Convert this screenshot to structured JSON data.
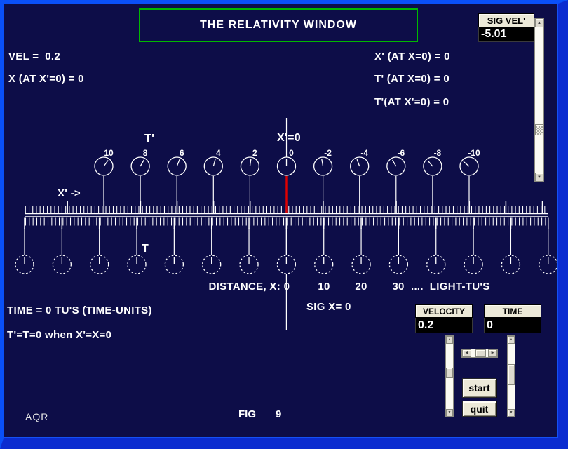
{
  "title": "THE RELATIVITY WINDOW",
  "sig_vel_panel": {
    "label": "SIG VEL'",
    "value": "-5.01"
  },
  "readouts": {
    "vel": "VEL =  0.2",
    "x_at_xprime0": "X (AT X'=0) = 0",
    "xprime_at_x0": "X' (AT X=0) = 0",
    "tprime_at_x0": "T' (AT X=0) = 0",
    "tprime_at_xprime0": "T'(AT X'=0) = 0"
  },
  "diagram": {
    "tprime_label": "T'",
    "xprime0_label": "X'=0",
    "xprime_arrow_label": "X' ->",
    "t_label": "T",
    "top_clocks": [
      {
        "label": "10",
        "hand_deg": 36
      },
      {
        "label": "8",
        "hand_deg": 30
      },
      {
        "label": "6",
        "hand_deg": 22
      },
      {
        "label": "4",
        "hand_deg": 15
      },
      {
        "label": "2",
        "hand_deg": 8
      },
      {
        "label": "0",
        "hand_deg": 0
      },
      {
        "label": "-2",
        "hand_deg": -10
      },
      {
        "label": "-4",
        "hand_deg": -20
      },
      {
        "label": "-6",
        "hand_deg": -30
      },
      {
        "label": "-8",
        "hand_deg": -40
      },
      {
        "label": "-10",
        "hand_deg": -50
      }
    ],
    "bottom_clock_count": 15,
    "distance_row": {
      "prefix": "DISTANCE, X:",
      "values": [
        "0",
        "10",
        "20",
        "30"
      ],
      "suffix": "....  LIGHT-TU'S"
    },
    "sig_x": "SIG X= 0"
  },
  "notes": {
    "time": "TIME = 0 TU'S (TIME-UNITS)",
    "sync": "T'=T=0 when X'=X=0"
  },
  "controls": {
    "velocity": {
      "label": "VELOCITY",
      "value": "0.2"
    },
    "time": {
      "label": "TIME",
      "value": "0"
    },
    "start_button": "start",
    "quit_button": "quit"
  },
  "footer": {
    "credit": "AQR",
    "fig_label": "FIG",
    "fig_number": "9"
  },
  "colors": {
    "background": "#0d0d48",
    "border_blue": "#0a50f8",
    "title_border_green": "#00b800",
    "accent_red": "#e00000",
    "panel_cream": "#ece9d8",
    "clock_white": "#ffffff"
  }
}
